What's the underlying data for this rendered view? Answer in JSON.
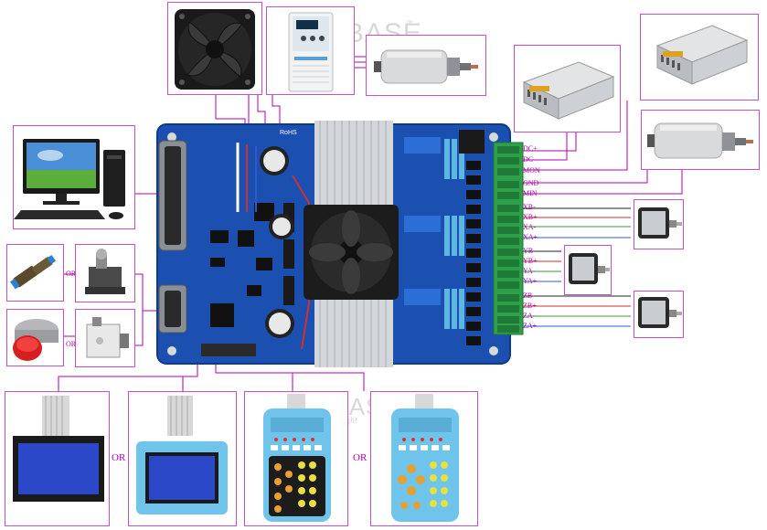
{
  "watermark": {
    "brand": "SAVEBASE",
    "trademark": "™",
    "tagline": "Bulk Delight"
  },
  "board": {
    "marking": "RoHS"
  },
  "terminals": [
    "DC+",
    "DC-",
    "MON",
    "GND",
    "MIN",
    "XB-",
    "XB+",
    "XA-",
    "XA+",
    "YB-",
    "YB+",
    "YA-",
    "YA+",
    "ZB-",
    "ZB+",
    "ZA-",
    "ZA+"
  ],
  "or_labels": {
    "sensors": "OR",
    "switches": "OR",
    "lcd": "OR",
    "pendant": "OR"
  },
  "wire_colors": {
    "primary": "#b000b0",
    "secondary": "#cc44cc",
    "motor_green": "#3a9a3a",
    "motor_red": "#c83030",
    "motor_blue": "#2f58c8",
    "motor_black": "#222222"
  },
  "icons": [
    "computer-icon",
    "fan-icon",
    "vfd-icon",
    "spindle-icon",
    "power-supply-icon",
    "stepper-motor-icon",
    "proximity-sensor-icon",
    "limit-switch-icon",
    "emergency-stop-icon",
    "lcd-screen-icon",
    "handheld-pendant-icon",
    "heatsink-icon"
  ]
}
